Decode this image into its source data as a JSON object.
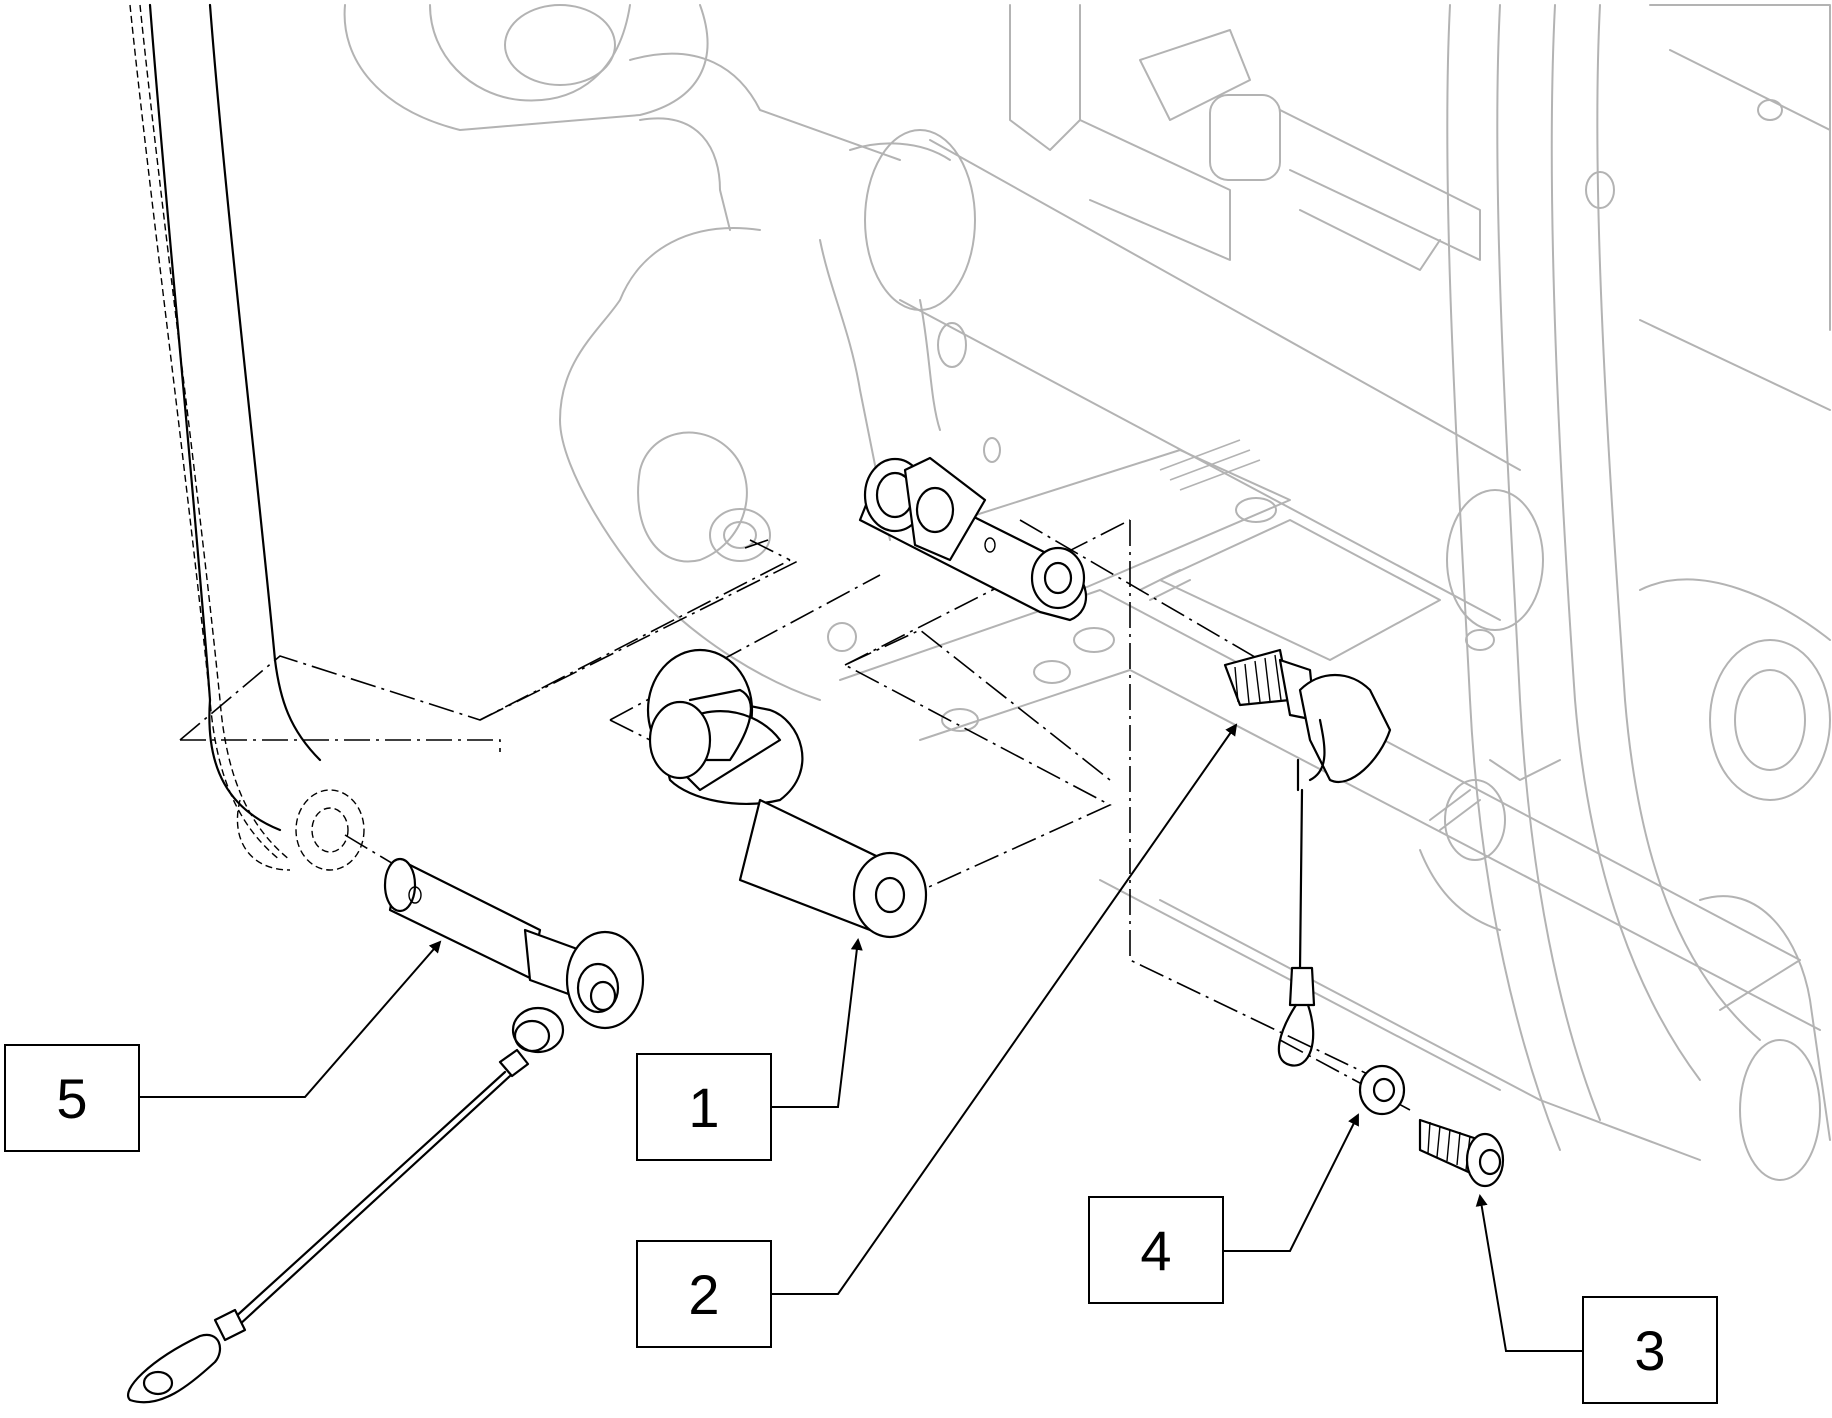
{
  "callouts": [
    {
      "id": "callout-1",
      "label": "1"
    },
    {
      "id": "callout-2",
      "label": "2"
    },
    {
      "id": "callout-3",
      "label": "3"
    },
    {
      "id": "callout-4",
      "label": "4"
    },
    {
      "id": "callout-5",
      "label": "5"
    }
  ],
  "colors": {
    "background_outline": "#b3b3b3",
    "part_outline": "#000000",
    "background": "#ffffff"
  }
}
